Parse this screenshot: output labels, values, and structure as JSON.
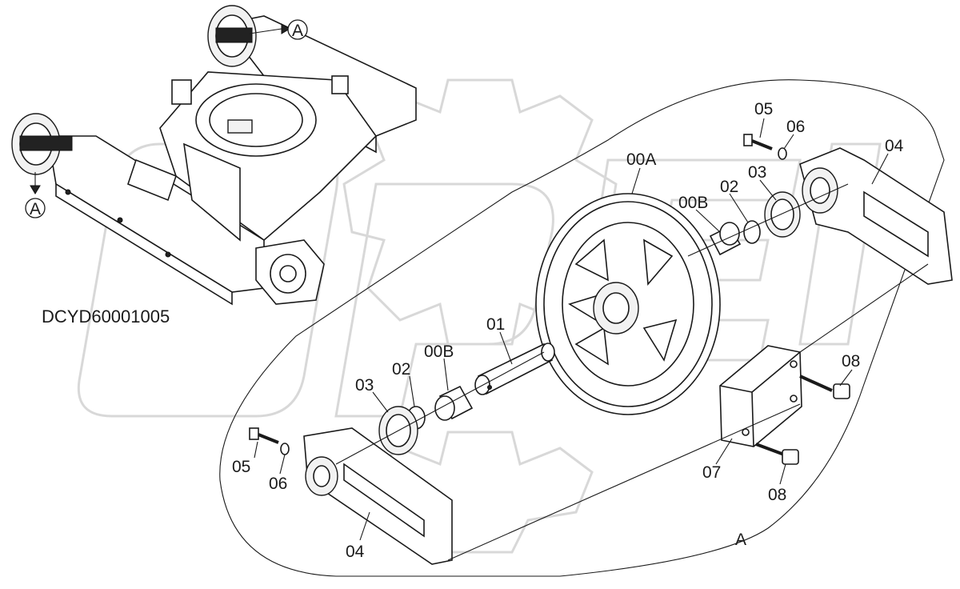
{
  "diagram_code": "DCYD60001005",
  "detail_ref": "A",
  "callouts": {
    "detail_a_top": "A",
    "detail_a_left": "A",
    "detail_view": "A"
  },
  "parts": {
    "p00A": "00A",
    "p00B_top": "00B",
    "p00B_bottom": "00B",
    "p01": "01",
    "p02_top": "02",
    "p02_bottom": "02",
    "p03_top": "03",
    "p03_bottom": "03",
    "p04_top": "04",
    "p04_bottom": "04",
    "p05_top": "05",
    "p05_bottom": "05",
    "p06_top": "06",
    "p06_bottom": "06",
    "p07": "07",
    "p08_top": "08",
    "p08_bottom": "08"
  }
}
